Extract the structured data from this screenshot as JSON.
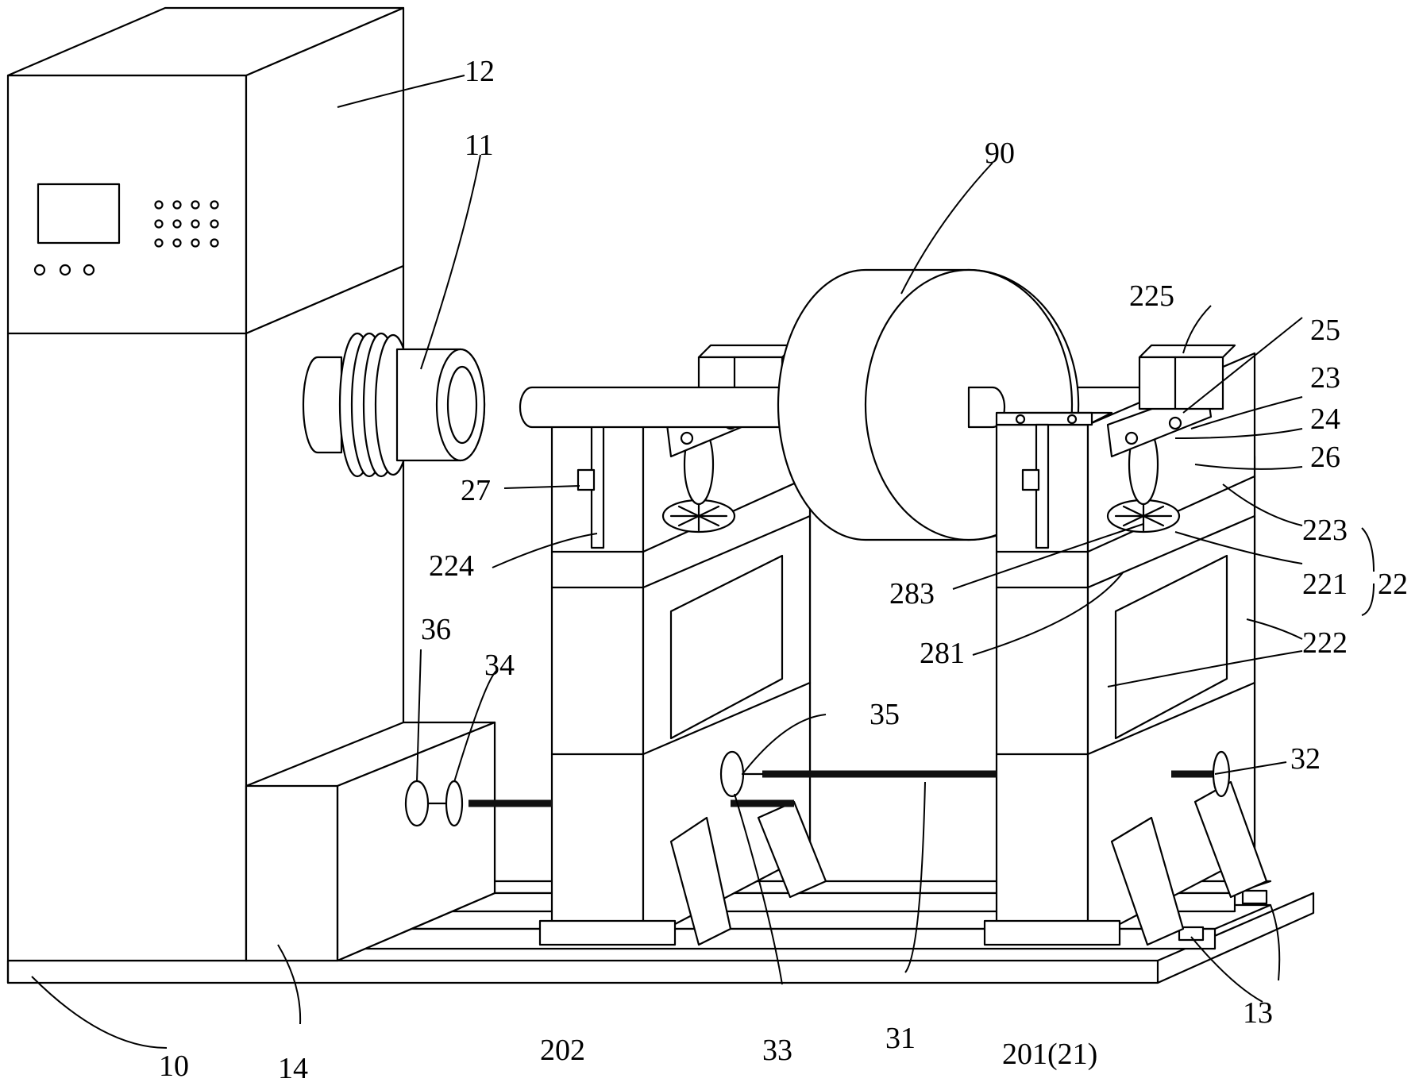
{
  "colors": {
    "ink": "#000000",
    "paper": "#ffffff"
  },
  "labels": {
    "l10": "10",
    "l11": "11",
    "l12": "12",
    "l13": "13",
    "l14": "14",
    "l202": "202",
    "l201": "201(21)",
    "l22": "22",
    "l221": "221",
    "l222": "222",
    "l223": "223",
    "l224": "224",
    "l225": "225",
    "l23": "23",
    "l24": "24",
    "l25": "25",
    "l26": "26",
    "l27": "27",
    "l281": "281",
    "l283": "283",
    "l31": "31",
    "l32": "32",
    "l33": "33",
    "l34": "34",
    "l35": "35",
    "l36": "36",
    "l90": "90"
  }
}
